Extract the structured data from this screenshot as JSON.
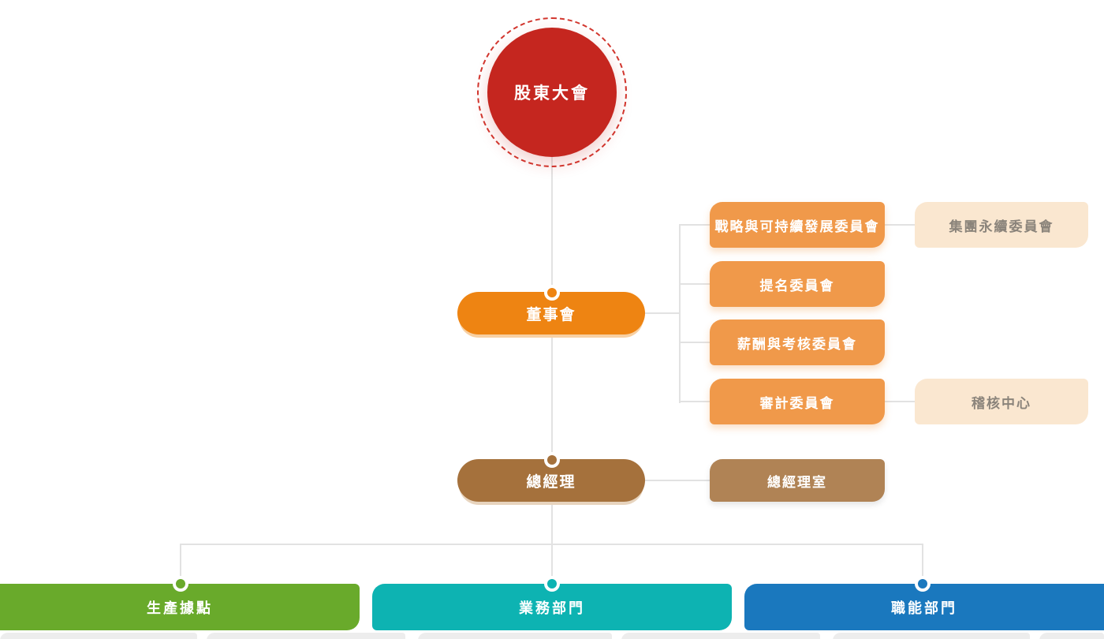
{
  "org": {
    "shareholders": {
      "label": "股東大會"
    },
    "board": {
      "label": "董事會"
    },
    "committees": [
      {
        "label": "戰略與可持續發展委員會",
        "attached": "集團永續委員會"
      },
      {
        "label": "提名委員會"
      },
      {
        "label": "薪酬與考核委員會"
      },
      {
        "label": "審計委員會",
        "attached": "稽核中心"
      }
    ],
    "general_manager": {
      "label": "總經理"
    },
    "gm_office": {
      "label": "總經理室"
    },
    "departments": [
      {
        "label": "生產據點",
        "color": "#69aa2b"
      },
      {
        "label": "業務部門",
        "color": "#0db3b2"
      },
      {
        "label": "職能部門",
        "color": "#1a78be"
      }
    ]
  },
  "colors": {
    "shareholders_red": "#c5261f",
    "board_orange": "#ee8412",
    "committee_orange": "#f0994a",
    "subunit_peach": "#fae7d0",
    "subunit_text": "#8b847b",
    "gm_brown": "#a5713c",
    "gm_office_brown": "#b08355",
    "connector_gray": "#e2e2e2"
  }
}
